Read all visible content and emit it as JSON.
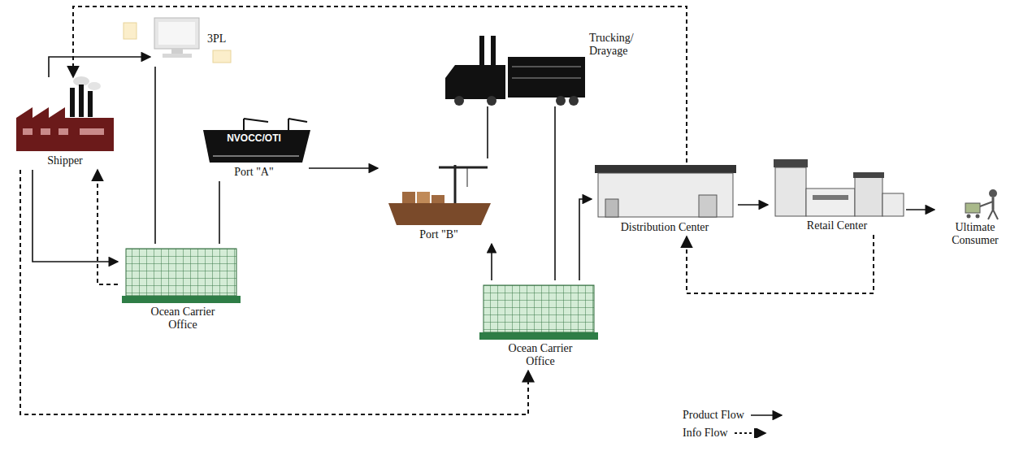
{
  "diagram": {
    "nodes": [
      {
        "text": [
          "Shipper"
        ]
      },
      {
        "text": [
          "3PL"
        ]
      },
      {
        "text": [
          "NVOCC/OTI",
          "Port \"A\""
        ]
      },
      {
        "text": [
          "Ocean Carrier Office"
        ]
      },
      {
        "text": [
          "Port \"B\""
        ]
      },
      {
        "text": [
          "Trucking/ Drayage"
        ]
      },
      {
        "text": [
          "Ocean Carrier Office"
        ]
      },
      {
        "text": [
          "Distribution Center"
        ]
      },
      {
        "text": [
          "Retail Center"
        ]
      },
      {
        "text": [
          "Ultimate Consumer"
        ]
      }
    ],
    "edges": [
      {
        "from": 0,
        "to": 1,
        "arrow": "to"
      },
      {
        "from": 1,
        "to": 3,
        "arrow": "none"
      },
      {
        "from": 2,
        "to": 3,
        "arrow": "none"
      },
      {
        "from": 0,
        "to": 3,
        "arrow": "to"
      },
      {
        "from": 3,
        "to": 0,
        "arrow": "to"
      },
      {
        "from": 2,
        "to": 4,
        "arrow": "to"
      },
      {
        "from": 5,
        "to": 4,
        "arrow": "none"
      },
      {
        "from": 5,
        "to": 6,
        "arrow": "none"
      },
      {
        "from": 6,
        "to": 4,
        "arrow": "to"
      },
      {
        "from": 6,
        "to": 7,
        "arrow": "to"
      },
      {
        "from": 7,
        "to": 8,
        "arrow": "to"
      },
      {
        "from": 8,
        "to": 9,
        "arrow": "to"
      },
      {
        "from": 8,
        "to": 7,
        "arrow": "to"
      },
      {
        "from": 7,
        "to": 0,
        "arrow": "to"
      },
      {
        "from": 0,
        "to": 6,
        "arrow": "to"
      }
    ],
    "legend": [
      {
        "text": "Product Flow"
      },
      {
        "text": "Info Flow"
      }
    ]
  }
}
